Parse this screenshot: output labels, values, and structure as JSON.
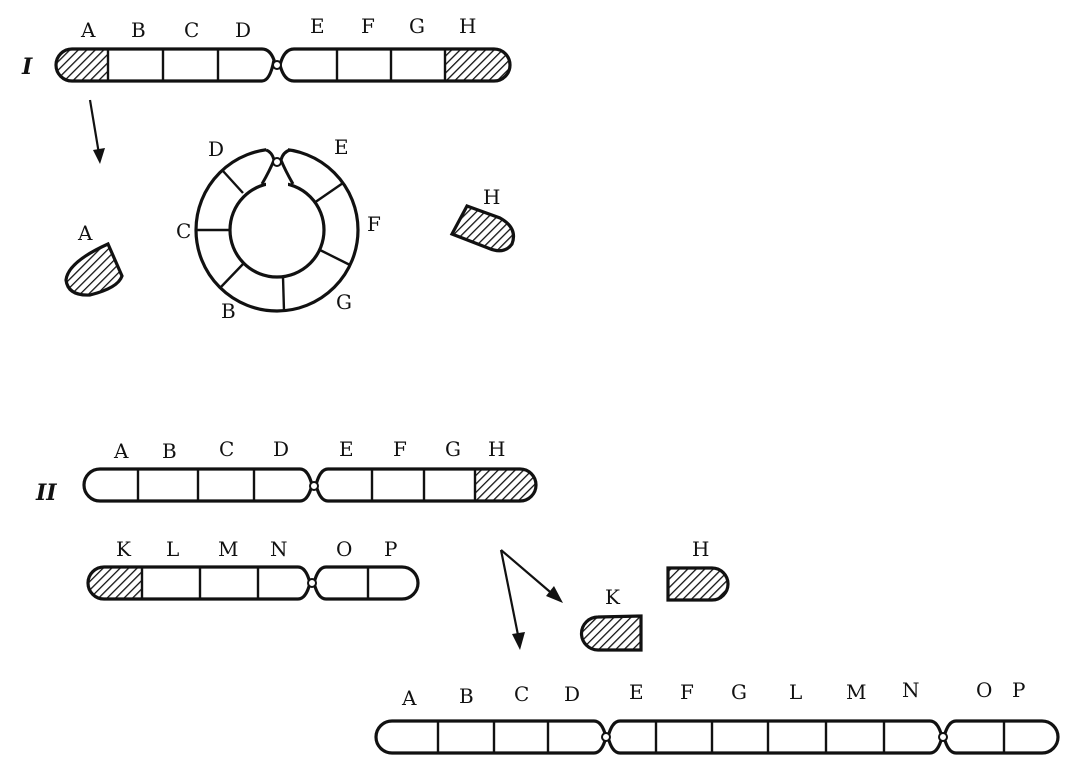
{
  "section_labels": {
    "one": "I",
    "two": "II"
  },
  "panel_one": {
    "top_chromosome": [
      "A",
      "B",
      "C",
      "D",
      "E",
      "F",
      "G",
      "H"
    ],
    "ring_labels": [
      "D",
      "E",
      "F",
      "G",
      "B",
      "C"
    ],
    "fragment_left": "A",
    "fragment_right": "H"
  },
  "panel_two": {
    "chromosome_1": [
      "A",
      "B",
      "C",
      "D",
      "E",
      "F",
      "G",
      "H"
    ],
    "chromosome_2": [
      "K",
      "L",
      "M",
      "N",
      "O",
      "P"
    ],
    "fragment_k": "K",
    "fragment_h": "H",
    "result": [
      "A",
      "B",
      "C",
      "D",
      "E",
      "F",
      "G",
      "L",
      "M",
      "N",
      "O",
      "P"
    ]
  },
  "colors": {
    "ink": "#111111",
    "background": "#ffffff"
  }
}
